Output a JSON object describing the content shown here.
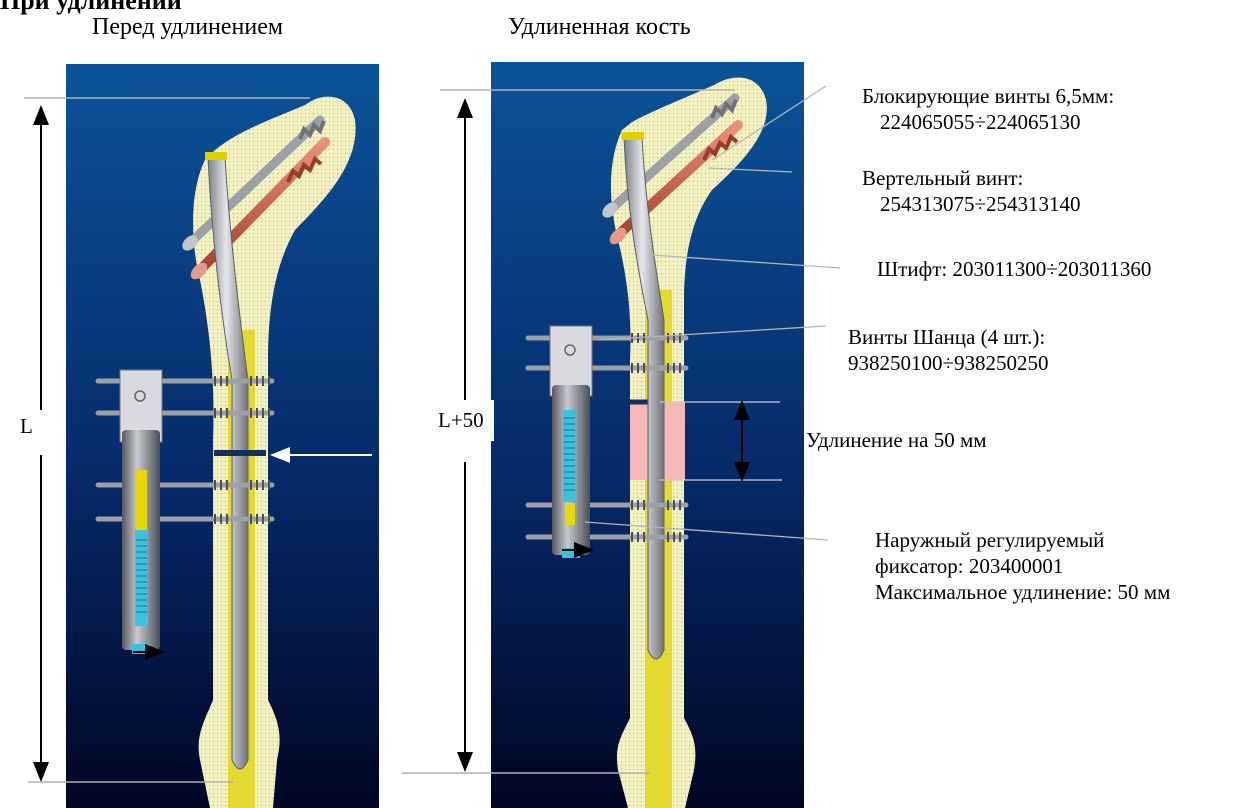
{
  "header": {
    "section_title": "При удлинении"
  },
  "panels": {
    "before_title": "Перед удлинением",
    "after_title": "Удлиненная кость"
  },
  "dimensions": {
    "before_label": "L",
    "after_label": "L+50"
  },
  "callouts": {
    "locking_screws_title": "Блокирующие винты 6,5мм:",
    "locking_screws_codes": "224065055÷224065130",
    "trochanter_screw_title": "Вертельный винт:",
    "trochanter_screw_codes": "254313075÷254313140",
    "nail": "Штифт: 203011300÷203011360",
    "schanz_screws_title": "Винты Шанца (4 шт.):",
    "schanz_screws_codes": "938250100÷938250250",
    "lengthening": "Удлинение на 50 мм",
    "fixator_line1": "Наружный регулируемый",
    "fixator_line2": "фиксатор: 203400001",
    "fixator_line3": "Максимальное удлинение: 50 мм"
  },
  "colors": {
    "background_top": "#0a4f93",
    "background_bottom": "#020b2e",
    "bone": "#f3f0bd",
    "marrow": "#e9d500",
    "nail": "#b9bcc1",
    "red_screw": "#d46a55",
    "gap": "#f4b9b5",
    "scale": "#39c3e0"
  }
}
